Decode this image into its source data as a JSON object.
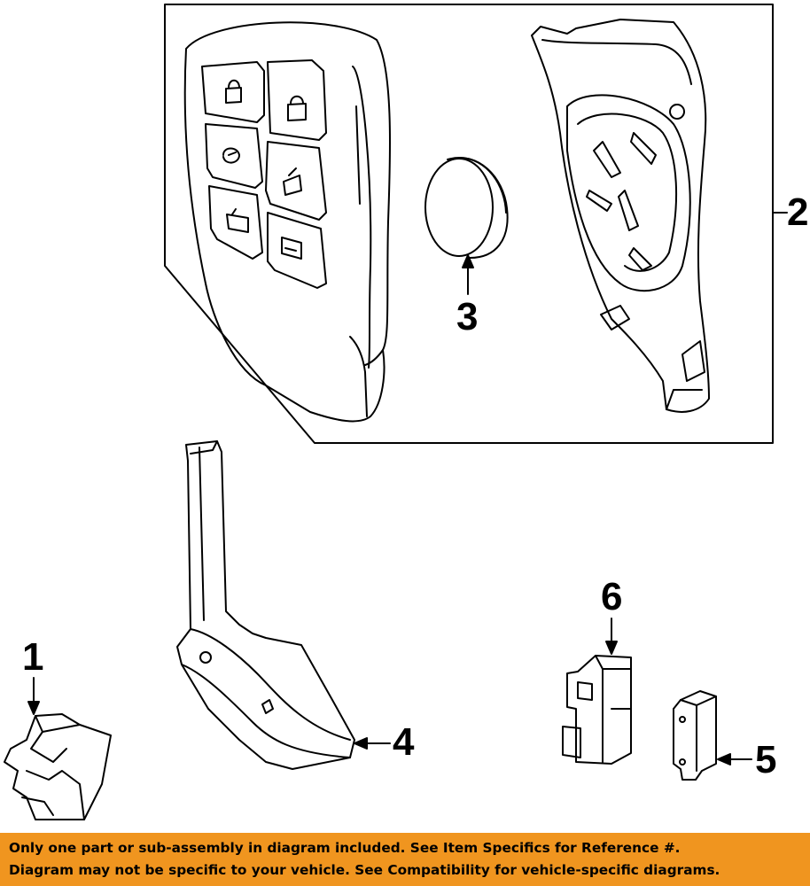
{
  "callouts": {
    "item1": "1",
    "item2": "2",
    "item3": "3",
    "item4": "4",
    "item5": "5",
    "item6": "6"
  },
  "banner": {
    "line1": "Only one part or sub-assembly in diagram included. See Item Specifics for Reference #.",
    "line2": "Diagram may not be specific to your vehicle. See Compatibility for vehicle-specific diagrams."
  },
  "colors": {
    "banner_background": "#f0951f",
    "line_art": "#000000"
  }
}
